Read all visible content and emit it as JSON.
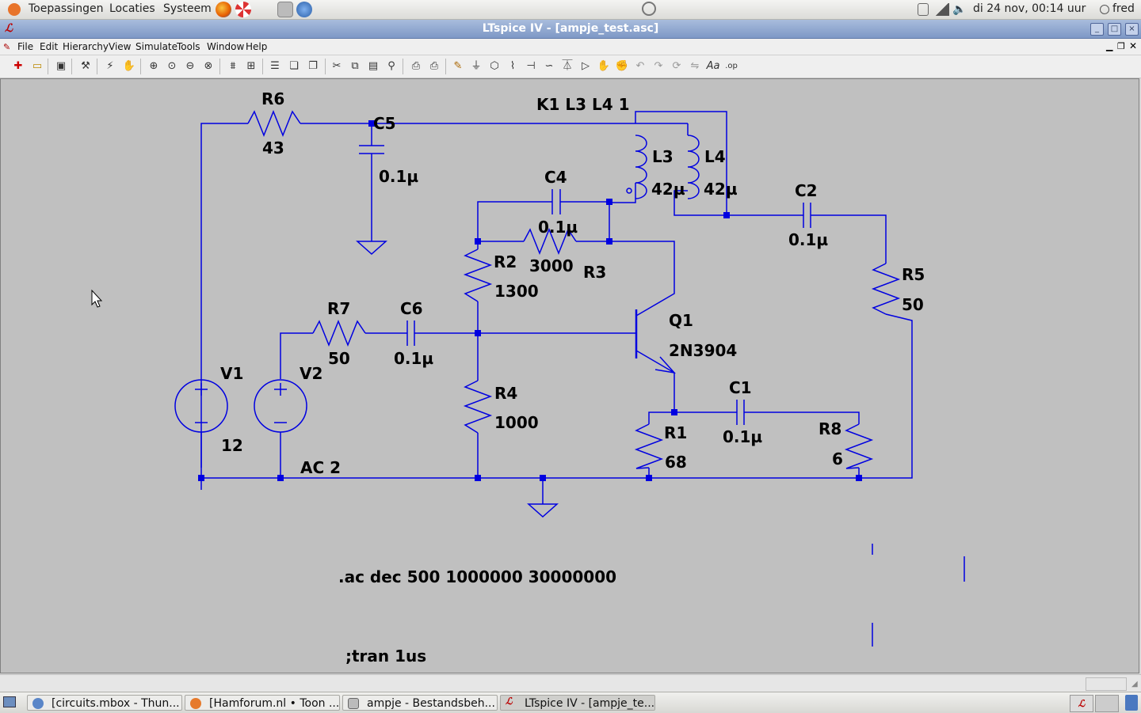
{
  "panel": {
    "applications": "Toepassingen",
    "places": "Locaties",
    "system": "Systeem",
    "clock": "di 24 nov, 00:14 uur",
    "user": "fred"
  },
  "window": {
    "title": "LTspice IV - [ampje_test.asc]"
  },
  "menu": [
    "File",
    "Edit",
    "Hierarchy",
    "View",
    "Simulate",
    "Tools",
    "Window",
    "Help"
  ],
  "schematic": {
    "R6": {
      "name": "R6",
      "value": "43"
    },
    "C5": {
      "name": "C5",
      "value": "0.1µ"
    },
    "coupling": "K1 L3 L4 1",
    "L3": {
      "name": "L3",
      "value": "42µ"
    },
    "L4": {
      "name": "L4",
      "value": "42µ"
    },
    "C4": {
      "name": "C4",
      "value": "0.1µ"
    },
    "C2": {
      "name": "C2",
      "value": "0.1µ"
    },
    "R2": {
      "name": "R2",
      "value": "1300"
    },
    "R3": {
      "name": "R3",
      "value": "3000"
    },
    "R5": {
      "name": "R5",
      "value": "50"
    },
    "R7": {
      "name": "R7",
      "value": "50"
    },
    "C6": {
      "name": "C6",
      "value": "0.1µ"
    },
    "Q1": {
      "name": "Q1",
      "value": "2N3904"
    },
    "V1": {
      "name": "V1",
      "value": "12"
    },
    "V2": {
      "name": "V2",
      "value": "AC 2"
    },
    "R4": {
      "name": "R4",
      "value": "1000"
    },
    "C1": {
      "name": "C1",
      "value": "0.1µ"
    },
    "R1": {
      "name": "R1",
      "value": "68"
    },
    "R8": {
      "name": "R8",
      "value": "6"
    },
    "directive_ac": ".ac dec 500 1000000 30000000",
    "directive_tran": ";tran 1us"
  },
  "taskbar": [
    {
      "label": "[circuits.mbox - Thun...",
      "icon": "thunderbird-icon"
    },
    {
      "label": "[Hamforum.nl • Toon ...",
      "icon": "firefox-icon"
    },
    {
      "label": "ampje - Bestandsbeh...",
      "icon": "file-manager-icon"
    },
    {
      "label": "LTspice IV - [ampje_te...",
      "icon": "ltspice-icon"
    }
  ],
  "colors": {
    "wire": "#0000e0",
    "canvas": "#c0c0c0",
    "titlebar": "#7e98c6"
  }
}
